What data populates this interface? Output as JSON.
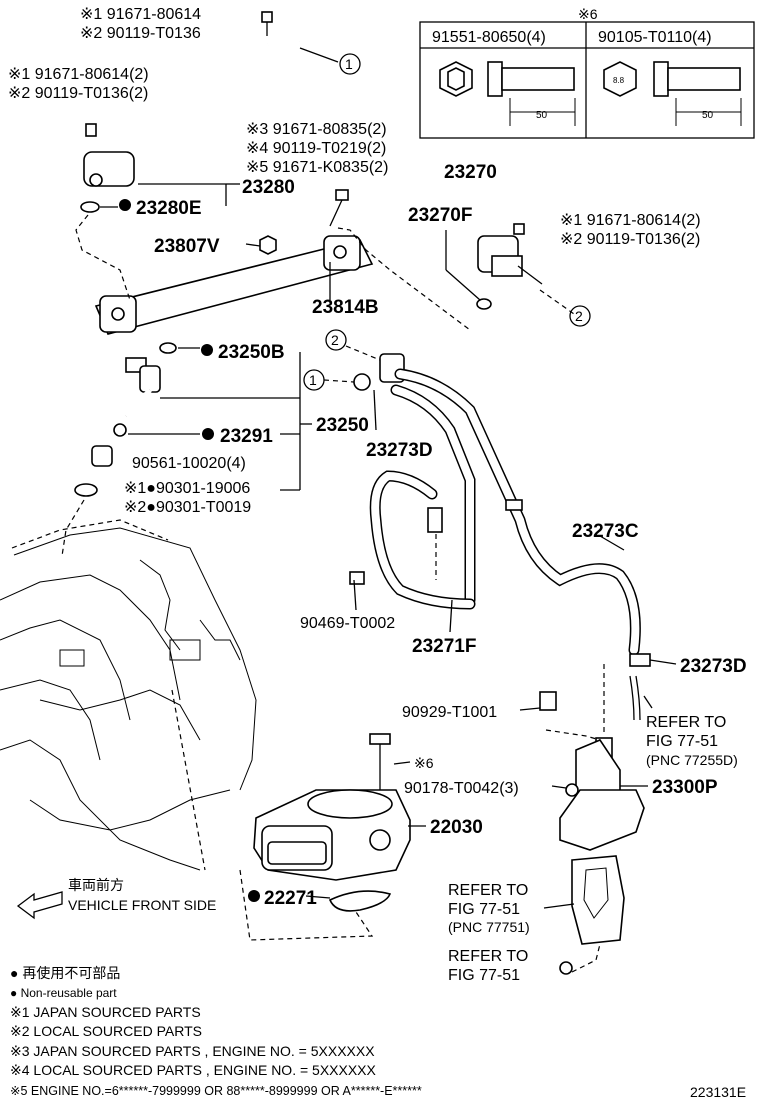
{
  "parts": {
    "top_bolt": [
      "※1 91671-80614",
      "※2 90119-T0136"
    ],
    "clamp_bolt": [
      "※1 91671-80614(2)",
      "※2 90119-T0136(2)"
    ],
    "rail_bolt": [
      "※3 91671-80835(2)",
      "※4 90119-T0219(2)",
      "※5 91671-K0835(2)"
    ],
    "right_bolt": [
      "※1 91671-80614(2)",
      "※2 90119-T0136(2)"
    ],
    "p23270": "23270",
    "p23270F": "23270F",
    "p23280": "23280",
    "p23280E": "23280E",
    "p23807V": "23807V",
    "p23814B": "23814B",
    "p23250B": "23250B",
    "p23250": "23250",
    "p23291": "23291",
    "p90561": "90561-10020(4)",
    "p90301": [
      "※1●90301-19006",
      "※2●90301-T0019"
    ],
    "p23273D_upper": "23273D",
    "p23273C": "23273C",
    "p90469": "90469-T0002",
    "p23271F": "23271F",
    "p23273D_lower": "23273D",
    "p90929": "90929-T1001",
    "p90178": "90178-T0042(3)",
    "p23300P": "23300P",
    "p22030": "22030",
    "p22271": "22271",
    "mark6": "※6"
  },
  "callouts": [
    "1",
    "2"
  ],
  "table": {
    "marker": "※6",
    "col1": "91551-80650(4)",
    "col2": "90105-T0110(4)",
    "dim1": "50",
    "dim2": "50",
    "head_mark": "8.8"
  },
  "refs": {
    "ref1": [
      "REFER TO",
      "FIG 77-51",
      "(PNC 77255D)"
    ],
    "ref2": [
      "REFER TO",
      "FIG 77-51",
      "(PNC 77751)"
    ],
    "ref3": [
      "REFER TO",
      "FIG 77-51"
    ]
  },
  "direction": {
    "jp": "車両前方",
    "en": "VEHICLE FRONT SIDE"
  },
  "legend": [
    "● 再使用不可部品",
    "● Non-reusable part",
    "※1 JAPAN SOURCED PARTS",
    "※2 LOCAL SOURCED PARTS",
    "※3 JAPAN SOURCED PARTS , ENGINE NO. = 5XXXXXX",
    "※4 LOCAL SOURCED PARTS , ENGINE NO. = 5XXXXXX",
    "※5 ENGINE NO.=6******-7999999 OR 88*****-8999999 OR A******-E******"
  ],
  "figure_id": "223131E"
}
